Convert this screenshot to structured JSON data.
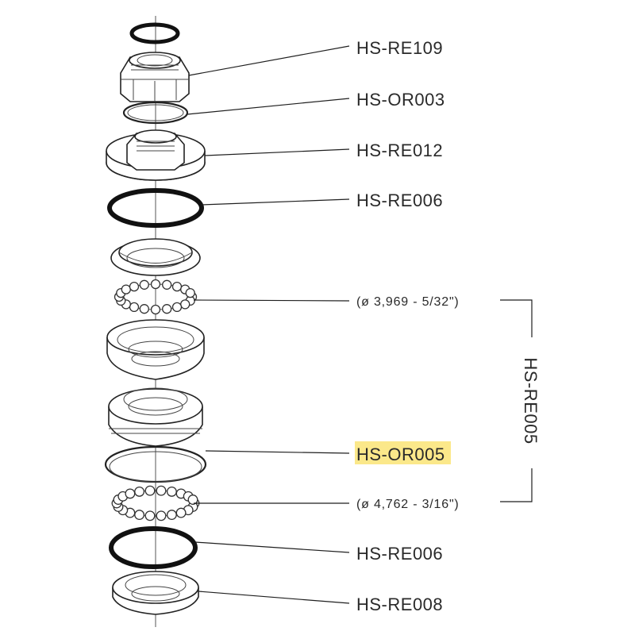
{
  "callouts": {
    "re109": "HS-RE109",
    "or003": "HS-OR003",
    "re012": "HS-RE012",
    "re006_top": "HS-RE006",
    "balls_top": "(ø 3,969 - 5/32\")",
    "or005": "HS-OR005",
    "balls_bottom": "(ø 4,762 - 3/16\")",
    "re006_bottom": "HS-RE006",
    "re008": "HS-RE008"
  },
  "group": {
    "label": "HS-RE005"
  },
  "colors": {
    "highlight": "#fbe88a",
    "ink": "#222222"
  }
}
